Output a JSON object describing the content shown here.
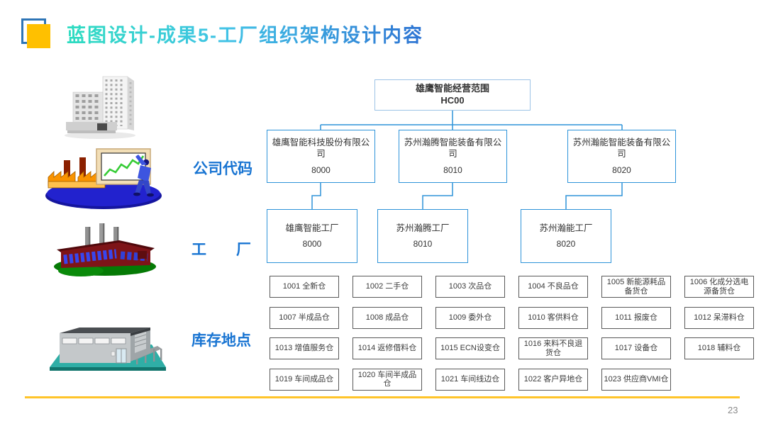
{
  "slide": {
    "title": "蓝图设计-成果5-工厂组织架构设计内容",
    "page_number": "23"
  },
  "row_labels": {
    "company_code": "公司代码",
    "factory": "工　　厂",
    "storage_location": "库存地点"
  },
  "org_chart": {
    "root": {
      "name": "雄鹰智能经营范围",
      "code": "HC00"
    },
    "companies": [
      {
        "name": "雄鹰智能科技股份有限公司",
        "code": "8000"
      },
      {
        "name": "苏州瀚腾智能装备有限公司",
        "code": "8010"
      },
      {
        "name": "苏州瀚能智能装备有限公司",
        "code": "8020"
      }
    ],
    "factories": [
      {
        "name": "雄鹰智能工厂",
        "code": "8000"
      },
      {
        "name": "苏州瀚腾工厂",
        "code": "8010"
      },
      {
        "name": "苏州瀚能工厂",
        "code": "8020"
      }
    ],
    "storage_locations": [
      "1001 全新仓",
      "1002 二手仓",
      "1003 次品仓",
      "1004 不良品仓",
      "1005 新能源耗品备货仓",
      "1006 化成分选电源备货仓",
      "1007 半成品仓",
      "1008 成品仓",
      "1009 委外仓",
      "1010 客供料仓",
      "1011 报废仓",
      "1012 呆滞料仓",
      "1013 增值服务仓",
      "1014 返修借料仓",
      "1015 ECN设变仓",
      "1016 来料不良退货仓",
      "1017 设备仓",
      "1018 辅料仓",
      "1019 车间成品仓",
      "1020 车间半成品仓",
      "1021 车间线边仓",
      "1022 客户异地仓",
      "1023 供应商VMI仓"
    ]
  },
  "illustrations": [
    "office-building-illustration",
    "business-chart-presentation-illustration",
    "factory-building-illustration",
    "warehouse-illustration"
  ],
  "colors": {
    "accent_yellow": "#FFC000",
    "deco_outline_blue": "#2E75B6",
    "title_gradient_start": "#2EDCC0",
    "title_gradient_end": "#2E74D3",
    "org_box_border_blue": "#2E93D9",
    "root_box_border": "#9DC3E6",
    "row_label_blue": "#1874D2",
    "storage_box_border": "#595959",
    "footer_line_yellow": "#FFC42A"
  }
}
